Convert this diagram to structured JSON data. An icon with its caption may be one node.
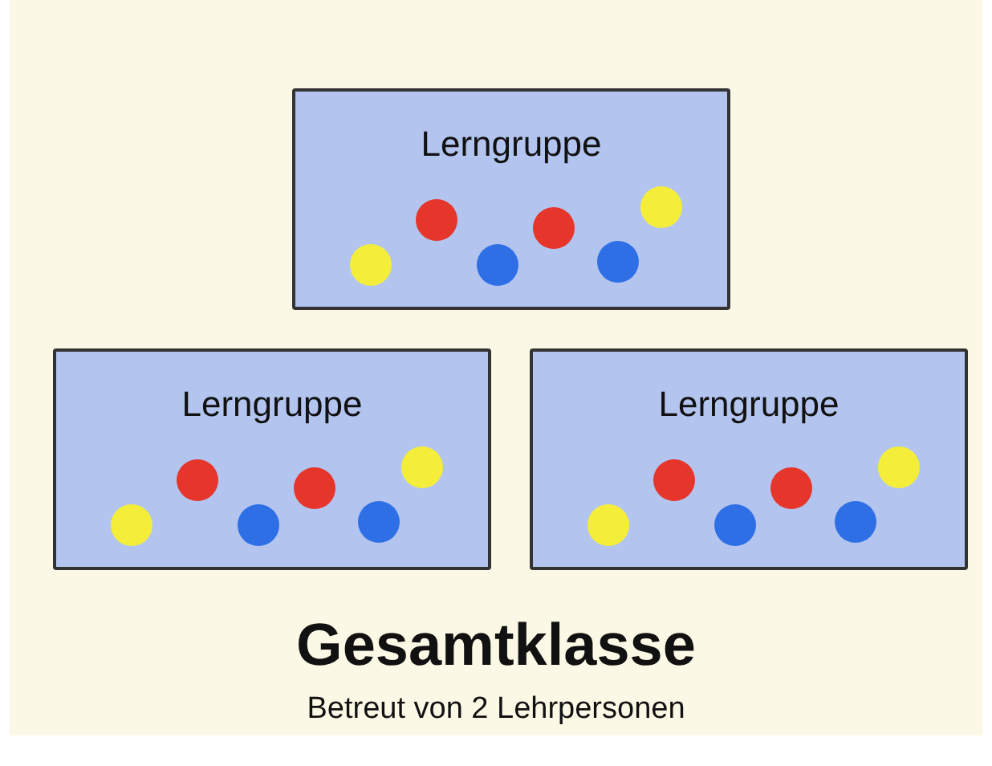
{
  "diagram": {
    "title": "Gesamtklasse",
    "caption": "Betreut von 2 Lehrpersonen",
    "nodes": [
      {
        "text": [
          "Lerngruppe"
        ]
      },
      {
        "text": [
          "Lerngruppe"
        ]
      },
      {
        "text": [
          "Lerngruppe"
        ]
      }
    ]
  }
}
